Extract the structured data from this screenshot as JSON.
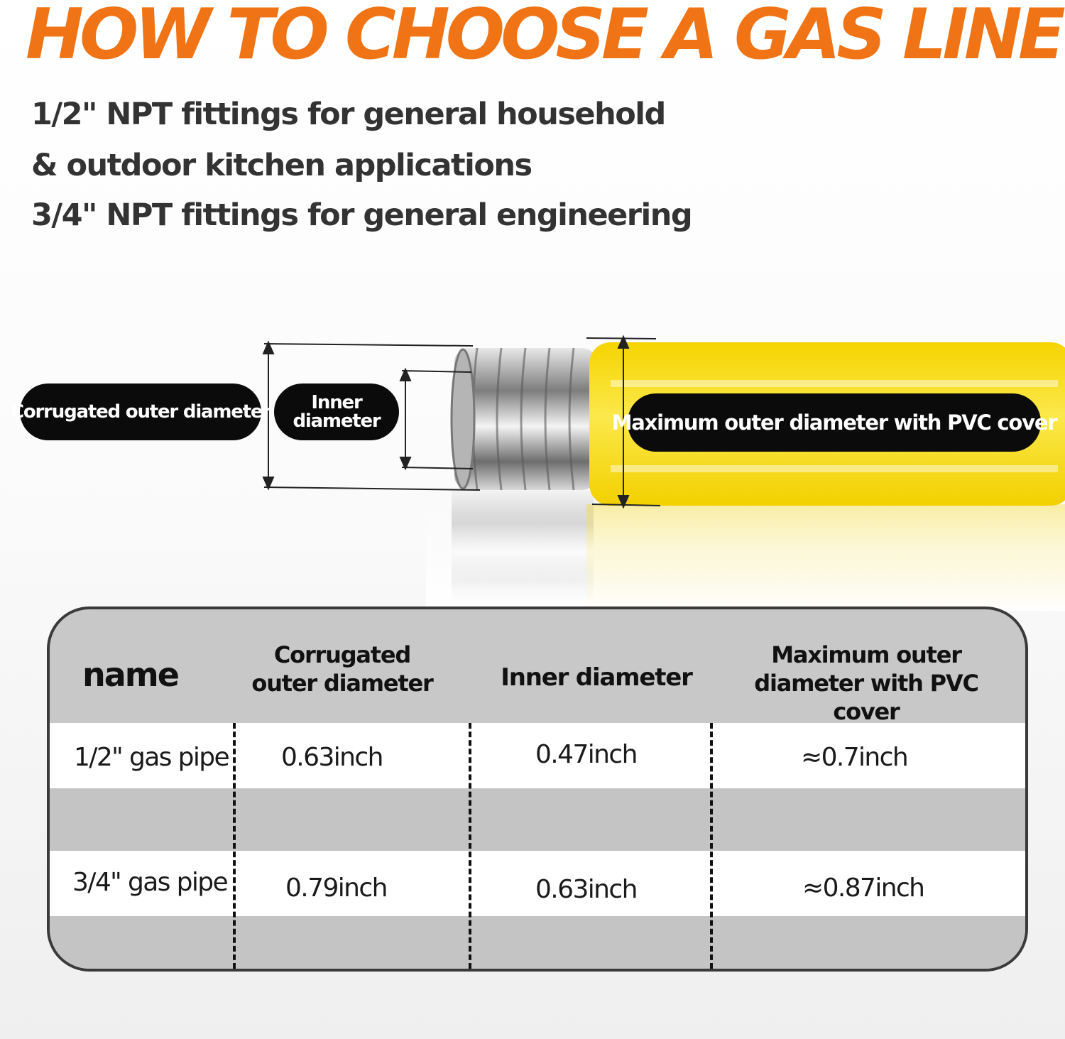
{
  "header": {
    "title": "HOW TO CHOOSE A GAS LINE",
    "title_color": "#f07415",
    "lines": [
      "1/2\" NPT fittings for general household",
      "& outdoor kitchen applications",
      "3/4\" NPT fittings for general engineering"
    ]
  },
  "diagram": {
    "labels": {
      "corrugated": "Corrugated outer diameter",
      "inner_line1": "Inner",
      "inner_line2": "diameter",
      "pvc": "Maximum outer diameter with PVC cover"
    },
    "colors": {
      "pvc_yellow": "#f7dc1c",
      "steel": "#9a9a9a"
    }
  },
  "table": {
    "headers": {
      "name": "name",
      "corrugated_l1": "Corrugated",
      "corrugated_l2": "outer diameter",
      "inner": "Inner diameter",
      "pvc_l1": "Maximum outer",
      "pvc_l2": "diameter with PVC cover"
    },
    "rows": [
      {
        "name": "1/2\" gas pipe",
        "corrugated": "0.63inch",
        "inner": "0.47inch",
        "pvc": "≈0.7inch"
      },
      {
        "name": "3/4\" gas pipe",
        "corrugated": "0.79inch",
        "inner": "0.63inch",
        "pvc": "≈0.87inch"
      }
    ]
  }
}
